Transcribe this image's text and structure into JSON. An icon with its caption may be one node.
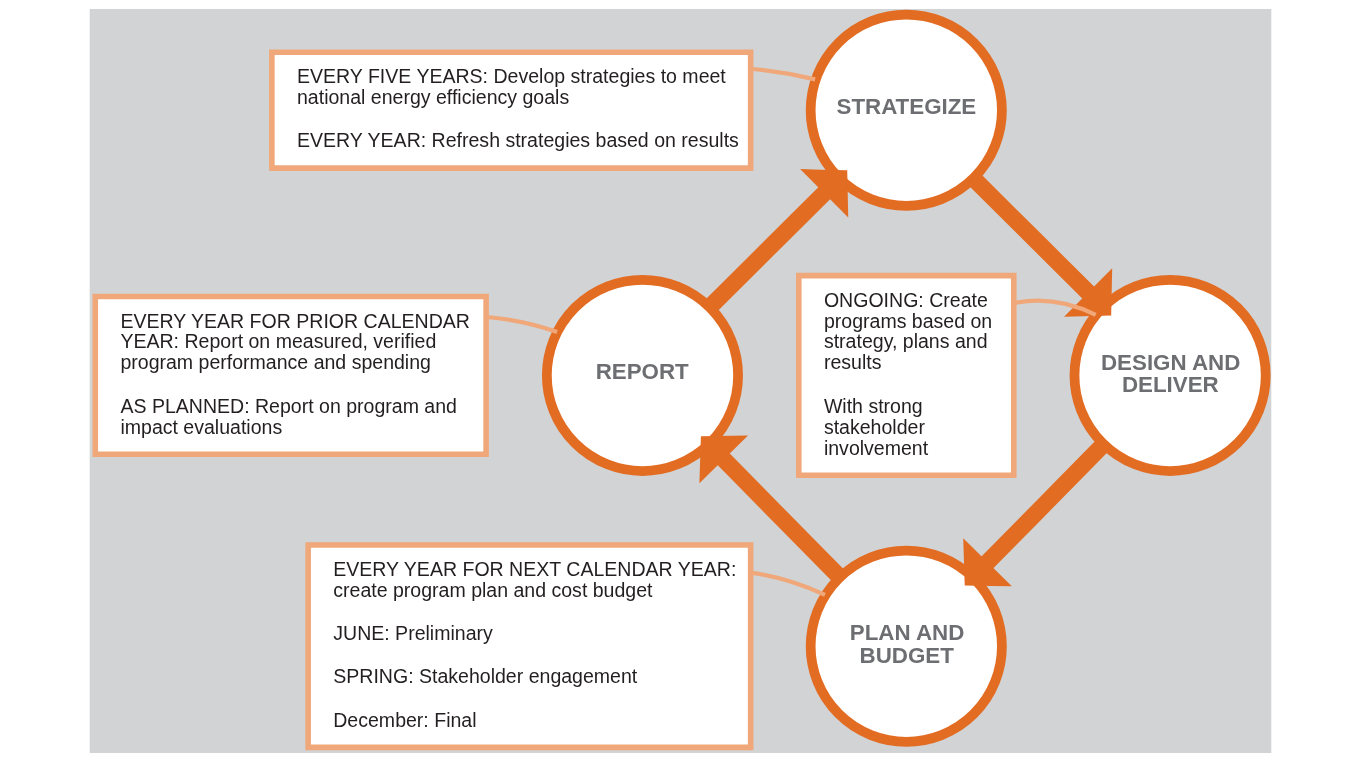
{
  "diagram": {
    "nodes": [
      {
        "text": [
          "STRATEGIZE"
        ]
      },
      {
        "text": [
          "DESIGN AND DELIVER"
        ]
      },
      {
        "text": [
          "PLAN AND BUDGET"
        ]
      },
      {
        "text": [
          "REPORT"
        ]
      },
      {
        "text": [
          "EVERY FIVE YEARS: Develop strategies to meet national energy efficiency goals",
          "EVERY YEAR: Refresh strategies based on results"
        ]
      },
      {
        "text": [
          "ONGOING: Create programs based on strategy, plans and results",
          "With strong stakeholder involvement"
        ]
      },
      {
        "text": [
          "EVERY YEAR FOR NEXT CALENDAR YEAR: create program plan and cost budget",
          "JUNE: Preliminary",
          "SPRING: Stakeholder engagement",
          "December: Final"
        ]
      },
      {
        "text": [
          "EVERY YEAR FOR PRIOR CALENDAR YEAR: Report on measured, verified program performance and spending",
          "AS PLANNED: Report on program and impact evaluations"
        ]
      }
    ],
    "edges": [
      {
        "from": 0,
        "to": 1,
        "arrow": "to",
        "style": "thick"
      },
      {
        "from": 1,
        "to": 2,
        "arrow": "to",
        "style": "thick"
      },
      {
        "from": 2,
        "to": 3,
        "arrow": "to",
        "style": "thick"
      },
      {
        "from": 3,
        "to": 0,
        "arrow": "to",
        "style": "thick"
      },
      {
        "from": 4,
        "to": 0,
        "arrow": "none",
        "color": "#f0a87a"
      },
      {
        "from": 5,
        "to": 1,
        "arrow": "none",
        "color": "#f0a87a"
      },
      {
        "from": 6,
        "to": 2,
        "arrow": "none",
        "color": "#f0a87a"
      },
      {
        "from": 7,
        "to": 3,
        "arrow": "none",
        "color": "#f0a87a"
      }
    ]
  }
}
